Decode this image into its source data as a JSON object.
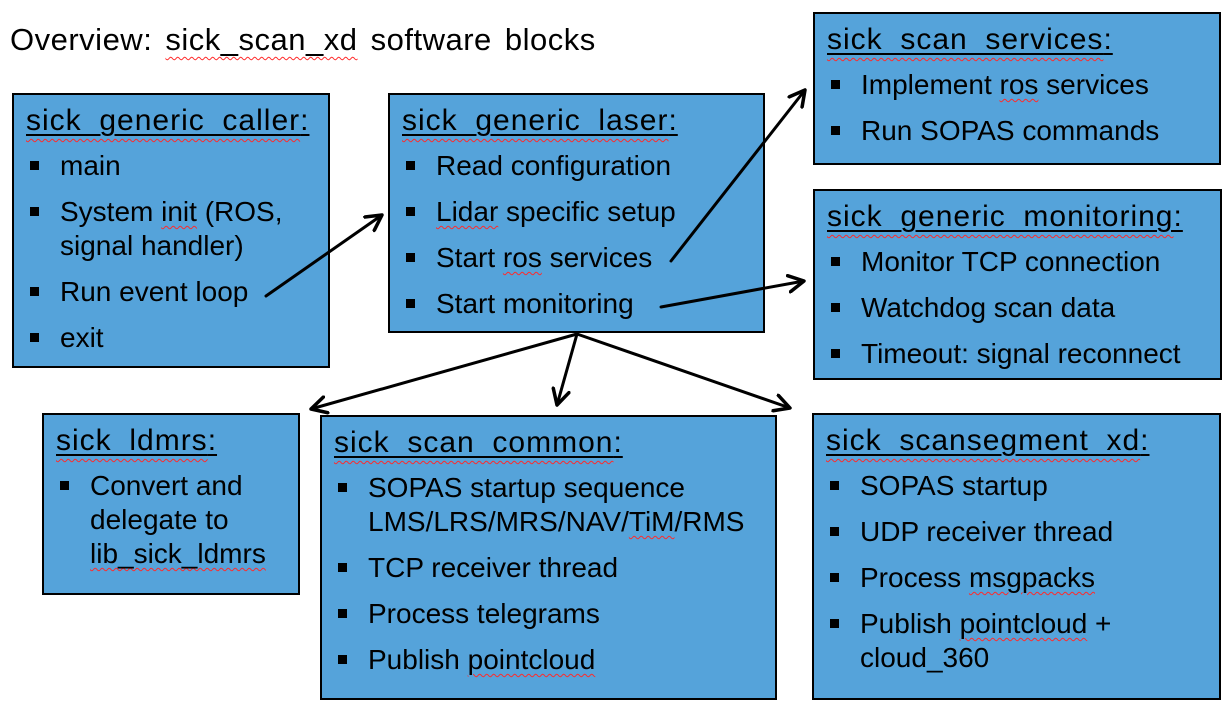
{
  "title": {
    "segments": [
      {
        "text": "Overview: "
      },
      {
        "text": "sick_scan_xd",
        "misspelled": true
      },
      {
        "text": " software blocks"
      }
    ]
  },
  "colors": {
    "block_fill": "#55A3DA",
    "block_border": "#000000",
    "text": "#000000",
    "spellcheck_squiggle": "#ff2a2a"
  },
  "boxes": [
    {
      "name": "sick_generic_caller",
      "heading_segments": [
        {
          "text": "sick_generic_caller",
          "misspelled": true
        },
        {
          "text": ":"
        }
      ],
      "items": [
        {
          "segments": [
            {
              "text": "main"
            }
          ]
        },
        {
          "segments": [
            {
              "text": "System "
            },
            {
              "text": "init",
              "misspelled": true
            },
            {
              "text": " (ROS, signal handler)"
            }
          ]
        },
        {
          "segments": [
            {
              "text": "Run event loop"
            }
          ]
        },
        {
          "segments": [
            {
              "text": "exit"
            }
          ]
        }
      ]
    },
    {
      "name": "sick_generic_laser",
      "heading_segments": [
        {
          "text": "sick_generic_laser",
          "misspelled": true
        },
        {
          "text": ":"
        }
      ],
      "items": [
        {
          "segments": [
            {
              "text": "Read configuration"
            }
          ]
        },
        {
          "segments": [
            {
              "text": "Lidar",
              "misspelled": true
            },
            {
              "text": " specific setup"
            }
          ]
        },
        {
          "segments": [
            {
              "text": "Start "
            },
            {
              "text": "ros",
              "misspelled": true
            },
            {
              "text": " services"
            }
          ]
        },
        {
          "segments": [
            {
              "text": "Start monitoring"
            }
          ]
        }
      ]
    },
    {
      "name": "sick_scan_services",
      "heading_segments": [
        {
          "text": "sick_scan_services",
          "misspelled": true
        },
        {
          "text": ":"
        }
      ],
      "items": [
        {
          "segments": [
            {
              "text": "Implement "
            },
            {
              "text": "ros",
              "misspelled": true
            },
            {
              "text": " services"
            }
          ]
        },
        {
          "segments": [
            {
              "text": "Run SOPAS commands"
            }
          ]
        }
      ]
    },
    {
      "name": "sick_generic_monitoring",
      "heading_segments": [
        {
          "text": "sick_generic_monitoring",
          "misspelled": true
        },
        {
          "text": ":"
        }
      ],
      "items": [
        {
          "segments": [
            {
              "text": "Monitor TCP connection"
            }
          ]
        },
        {
          "segments": [
            {
              "text": "Watchdog scan data"
            }
          ]
        },
        {
          "segments": [
            {
              "text": "Timeout: signal reconnect"
            }
          ]
        }
      ]
    },
    {
      "name": "sick_ldmrs",
      "heading_segments": [
        {
          "text": "sick_ldmrs",
          "misspelled": true
        },
        {
          "text": ":"
        }
      ],
      "items": [
        {
          "segments": [
            {
              "text": "Convert and delegate to "
            },
            {
              "text": "lib_sick_ldmrs",
              "misspelled": true
            }
          ]
        }
      ]
    },
    {
      "name": "sick_scan_common",
      "heading_segments": [
        {
          "text": "sick_scan_common",
          "misspelled": true
        },
        {
          "text": ":"
        }
      ],
      "items": [
        {
          "segments": [
            {
              "text": "SOPAS startup sequence LMS/LRS/MRS/NAV/"
            },
            {
              "text": "TiM",
              "misspelled": true
            },
            {
              "text": "/RMS"
            }
          ]
        },
        {
          "segments": [
            {
              "text": "TCP receiver thread"
            }
          ]
        },
        {
          "segments": [
            {
              "text": "Process telegrams"
            }
          ]
        },
        {
          "segments": [
            {
              "text": "Publish "
            },
            {
              "text": "pointcloud",
              "misspelled": true
            }
          ]
        }
      ]
    },
    {
      "name": "sick_scansegment_xd",
      "heading_segments": [
        {
          "text": "sick_scansegment_xd",
          "misspelled": true
        },
        {
          "text": ":"
        }
      ],
      "items": [
        {
          "segments": [
            {
              "text": "SOPAS startup"
            }
          ]
        },
        {
          "segments": [
            {
              "text": "UDP receiver thread"
            }
          ]
        },
        {
          "segments": [
            {
              "text": "Process "
            },
            {
              "text": "msgpacks",
              "misspelled": true
            }
          ]
        },
        {
          "segments": [
            {
              "text": "Publish "
            },
            {
              "text": "pointcloud",
              "misspelled": true
            },
            {
              "text": " + cloud_360"
            }
          ]
        }
      ]
    }
  ]
}
